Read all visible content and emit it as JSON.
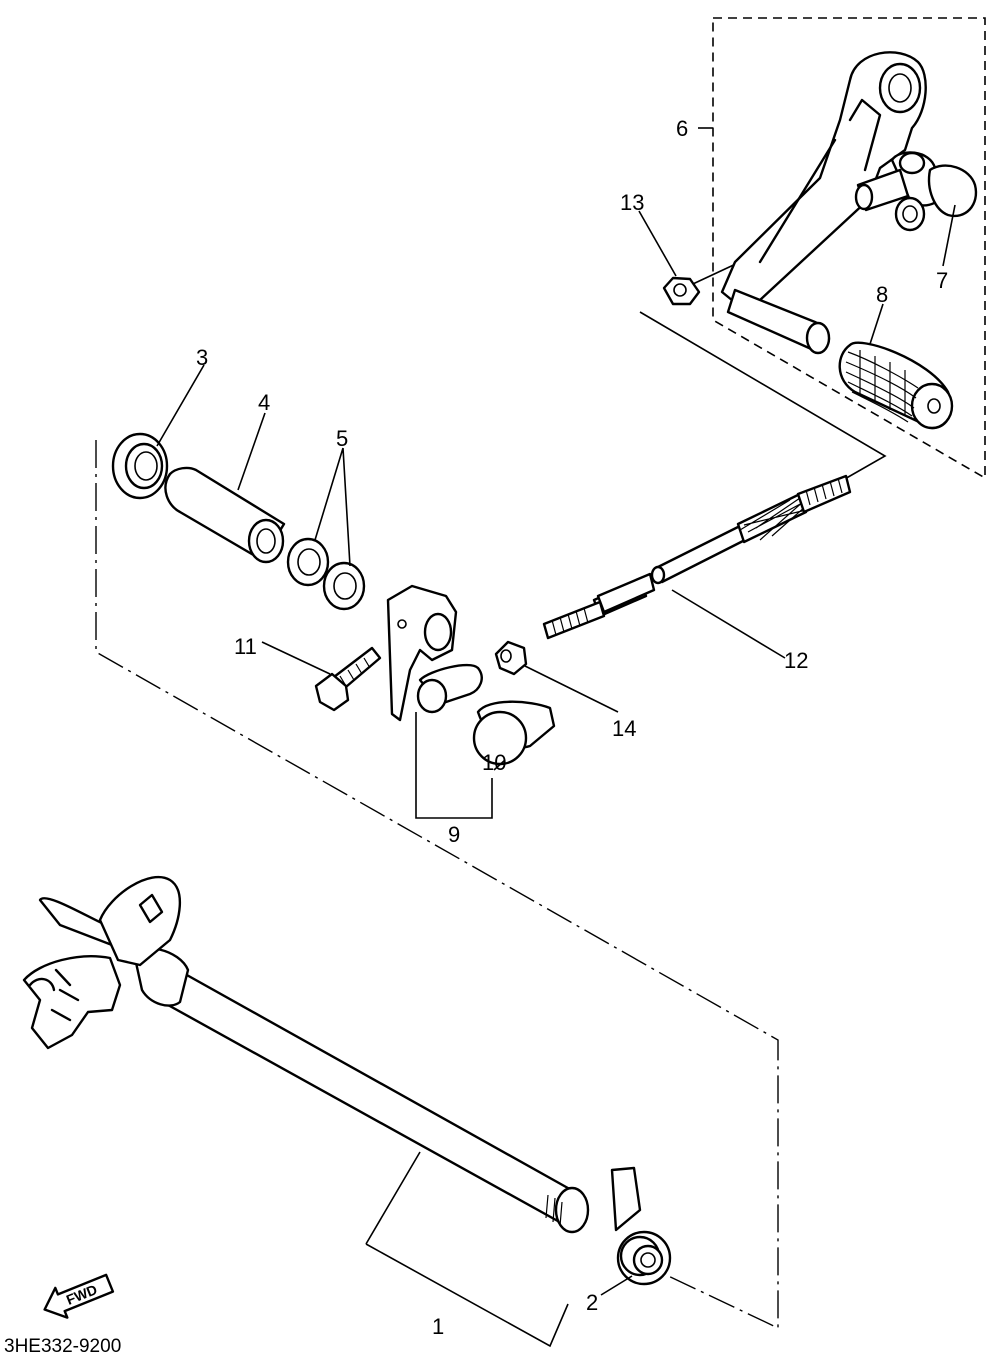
{
  "diagram": {
    "part_numbers": [
      "1",
      "2",
      "3",
      "4",
      "5",
      "6",
      "7",
      "8",
      "9",
      "10",
      "11",
      "12",
      "13",
      "14"
    ],
    "direction_arrow": "FWD",
    "figure_code": "3HE332-9200"
  }
}
